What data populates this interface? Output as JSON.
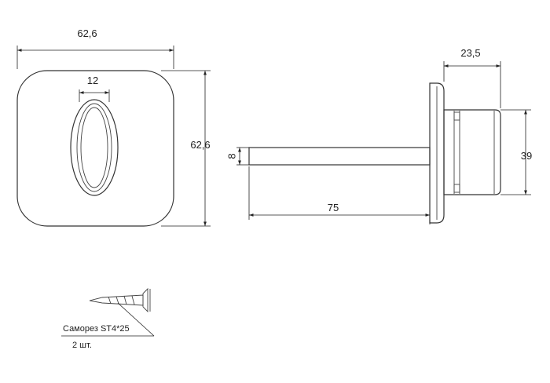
{
  "drawing": {
    "front_view": {
      "width_label": "62,6",
      "height_label": "62,6",
      "slot_width_label": "12"
    },
    "side_view": {
      "spindle_diameter_label": "8",
      "spindle_length_label": "75",
      "body_depth_label": "23,5",
      "body_height_label": "39"
    },
    "screw_note": {
      "name": "Саморез ST4*25",
      "quantity": "2 шт."
    }
  }
}
